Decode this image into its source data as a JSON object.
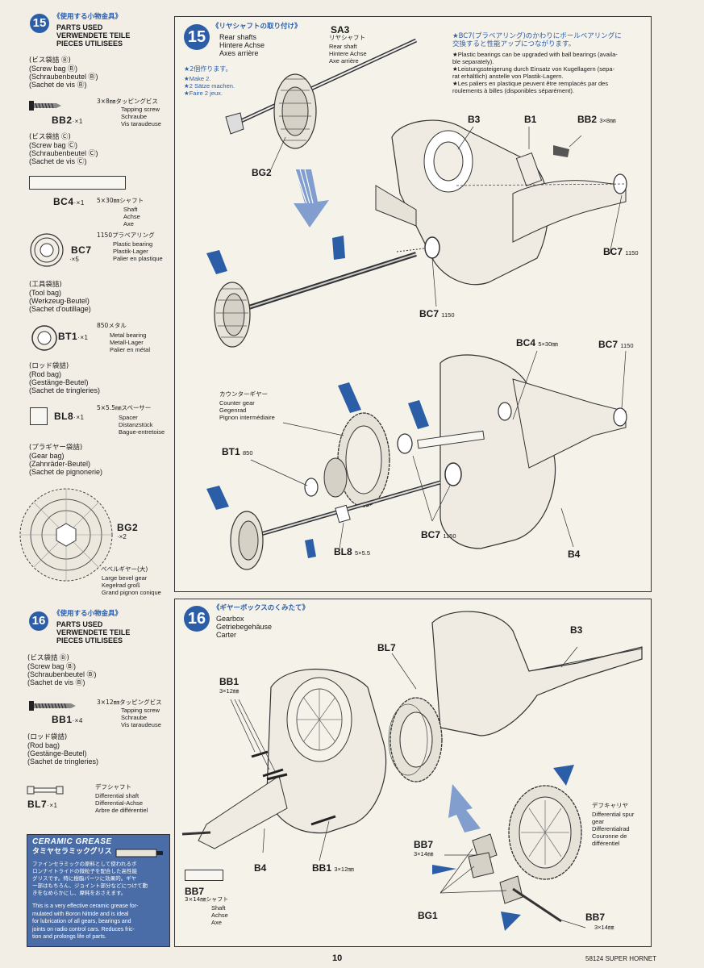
{
  "left15": {
    "step": "15",
    "title_jp": "《使用する小物金具》",
    "title_lines": [
      "PARTS USED",
      "VERWENDETE TEILE",
      "PIECES UTILISEES"
    ],
    "screw_bag_jp": "(ビス袋詰 Ⓑ)",
    "screw_bag_lines": [
      "(Screw bag Ⓑ)",
      "(Schraubenbeutel Ⓑ)",
      "(Sachet de vis Ⓑ)"
    ],
    "bb2": {
      "code": "BB2",
      "qty": "·×1",
      "size_jp": "3×8㎜タッピングビス",
      "desc": [
        "Tapping screw",
        "Schraube",
        "Vis taraudeuse"
      ]
    },
    "screw_bag_c_jp": "(ビス袋詰 Ⓒ)",
    "screw_bag_c_lines": [
      "(Screw bag Ⓒ)",
      "(Schraubenbeutel Ⓒ)",
      "(Sachet de vis Ⓒ)"
    ],
    "bc4": {
      "code": "BC4",
      "qty": "·×1",
      "size_jp": "5×30㎜シャフト",
      "desc": [
        "Shaft",
        "Achse",
        "Axe"
      ]
    },
    "bc7": {
      "code": "BC7",
      "qty": "·×5",
      "size_jp": "1150プラベアリング",
      "desc": [
        "Plastic bearing",
        "Plastik-Lager",
        "Palier en plastique"
      ]
    },
    "tool_bag_jp": "(工具袋詰)",
    "tool_bag_lines": [
      "(Tool bag)",
      "(Werkzeug-Beutel)",
      "(Sachet d'outillage)"
    ],
    "bt1": {
      "code": "BT1",
      "qty": "·×1",
      "size_jp": "850メタル",
      "desc": [
        "Metal bearing",
        "Metall-Lager",
        "Palier en métal"
      ]
    },
    "rod_bag_jp": "(ロッド袋詰)",
    "rod_bag_lines": [
      "(Rod bag)",
      "(Gestänge-Beutel)",
      "(Sachet de tringleries)"
    ],
    "bl8": {
      "code": "BL8",
      "qty": "·×1",
      "size_jp": "5×5.5㎜スペーサー",
      "desc": [
        "Spacer",
        "Distanzstück",
        "Bague-entretoise"
      ]
    },
    "gear_bag_jp": "(プラギヤー袋詰)",
    "gear_bag_lines": [
      "(Gear bag)",
      "(Zahnräder-Beutel)",
      "(Sachet de pignonerie)"
    ],
    "bg2": {
      "code": "BG2",
      "qty": "·×2",
      "size_jp": "ベベルギヤー(大)",
      "desc": [
        "Large bevel gear",
        "Kegelrad groß",
        "Grand pignon conique"
      ]
    }
  },
  "left16": {
    "step": "16",
    "title_jp": "《使用する小物金具》",
    "title_lines": [
      "PARTS USED",
      "VERWENDETE TEILE",
      "PIECES UTILISEES"
    ],
    "screw_bag_jp": "(ビス袋詰 Ⓑ)",
    "screw_bag_lines": [
      "(Screw bag Ⓑ)",
      "(Schraubenbeutel Ⓑ)",
      "(Sachet de vis Ⓑ)"
    ],
    "bb1": {
      "code": "BB1",
      "qty": "·×4",
      "size_jp": "3×12㎜タッピングビス",
      "desc": [
        "Tapping screw",
        "Schraube",
        "Vis taraudeuse"
      ]
    },
    "rod_bag_jp": "(ロッド袋詰)",
    "rod_bag_lines": [
      "(Rod bag)",
      "(Gestänge-Beutel)",
      "(Sachet de tringleries)"
    ],
    "bl7": {
      "code": "BL7",
      "qty": "·×1",
      "size_jp": "デフシャフト",
      "desc": [
        "Differential shaft",
        "Differential-Achse",
        "Arbre de différentiel"
      ]
    }
  },
  "grease": {
    "logo": "CERAMIC GREASE",
    "title_jp": "タミヤセラミックグリス",
    "text_jp": [
      "ファインセラミックの原料として使われるボ",
      "ロンナイトライドの微粒子を配合した高性能",
      "グリスです。特に樹脂パーツに効果的。ギヤ",
      "ー部はもちろん、ジョイント部分などにつけて動",
      "きをなめらかにし、摩耗をおさえます。"
    ],
    "text_en": [
      "This is a very effective ceramic grease for-",
      "mulated with Boron Nitride and is ideal",
      "for lubrication of all gears, bearings and",
      "joints on radio control cars. Reduces fric-",
      "tion and prolongs life of parts."
    ]
  },
  "step15": {
    "num": "15",
    "title_jp": "《リヤシャフトの取り付け》",
    "title_lines": [
      "Rear shafts",
      "Hintere Achse",
      "Axes arrière"
    ],
    "make_jp": "★2個作ります。",
    "make_lines": [
      "★Make 2.",
      "★2 Sätze machen.",
      "★Faire 2 jeux."
    ],
    "sa3": {
      "code": "SA3",
      "jp": "リヤシャフト",
      "lines": [
        "Rear shaft",
        "Hintere Achse",
        "Axe arrière"
      ]
    },
    "note_jp": [
      "★BC7(プラベアリング)のかわりにボールベアリングに",
      "交換すると性能アップにつながります。"
    ],
    "note_lines": [
      "★Plastic bearings can be upgraded with ball bearings (availa-",
      "ble separately).",
      "★Leistungssteigerung durch Einsatz von Kugellagern (sepa-",
      "rat erhältlich) anstelle von Plastik-Lagern.",
      "★Les paliers en plastique peuvent être remplacés par des",
      "roulements à billes (disponibles séparément)."
    ],
    "labels": {
      "b3": "B3",
      "b1": "B1",
      "bb2": "BB2",
      "bb2_size": "3×8㎜",
      "bg2": "BG2",
      "bc7a": "BC7",
      "bc7a_size": "1150",
      "bc7b": "BC7",
      "bc7b_size": "1150",
      "bc4": "BC4",
      "bc4_size": "5×30㎜",
      "bc7c": "BC7",
      "bc7c_size": "1150",
      "counter_jp": "カウンターギヤー",
      "counter_lines": [
        "Counter gear",
        "Gegenrad",
        "Pignon intermédiaire"
      ],
      "bt1": "BT1",
      "bt1_size": "850",
      "bc7d": "BC7",
      "bc7d_size": "1150",
      "bl8": "BL8",
      "bl8_size": "5×5.5",
      "b4": "B4"
    }
  },
  "step16": {
    "num": "16",
    "title_jp": "《ギヤーボックスのくみたて》",
    "title_lines": [
      "Gearbox",
      "Getriebegehäuse",
      "Carter"
    ],
    "labels": {
      "b3": "B3",
      "bl7": "BL7",
      "bb1a": "BB1",
      "bb1a_size": "3×12㎜",
      "b4": "B4",
      "bb1b": "BB1",
      "bb1b_size": "3×12㎜",
      "diff_jp": "デフキャリヤ",
      "diff_lines": [
        "Differential spur",
        "gear",
        "Differentialrad",
        "Couronne de",
        "différentiel"
      ],
      "bb7a": "BB7",
      "bb7a_size": "3×14㎜",
      "bg1": "BG1",
      "bb7b": "BB7",
      "bb7b_size": "3×14㎜",
      "bb7_part": "BB7",
      "bb7_part_jp": "3×14㎜シャフト",
      "bb7_part_lines": [
        "Shaft",
        "Achse",
        "Axe"
      ]
    }
  },
  "footer": {
    "page_number": "10",
    "model": "58124 SUPER HORNET"
  },
  "colors": {
    "accent": "#2c5ea8",
    "paper": "#f2eee6",
    "ink": "#1a1a1a"
  }
}
